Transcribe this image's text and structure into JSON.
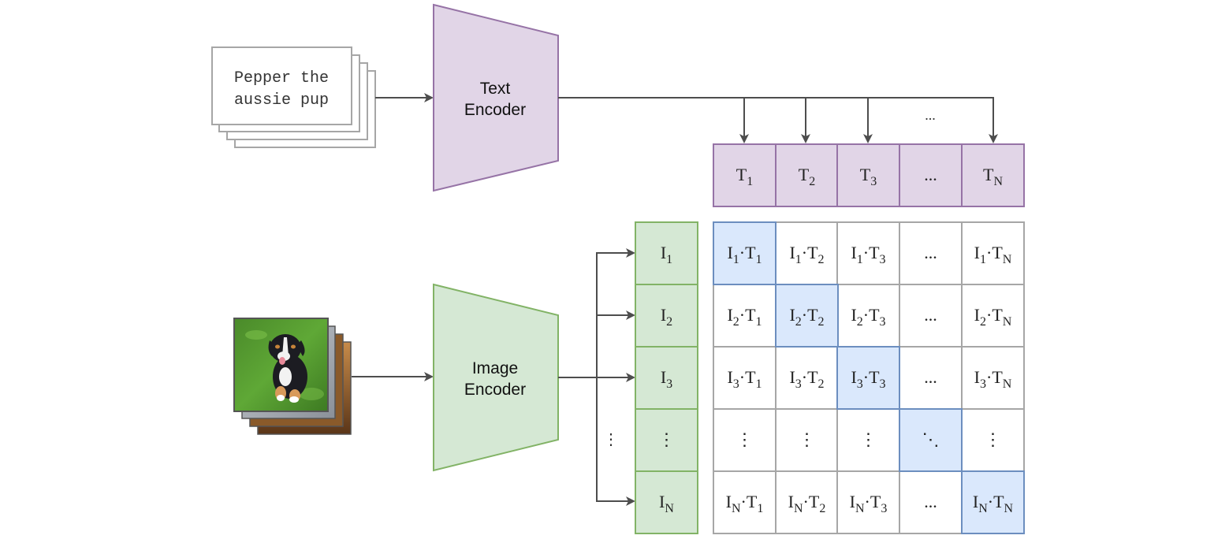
{
  "text_input": {
    "caption_line1": "Pepper the",
    "caption_line2": "aussie pup"
  },
  "text_encoder": {
    "label_line1": "Text",
    "label_line2": "Encoder"
  },
  "image_encoder": {
    "label_line1": "Image",
    "label_line2": "Encoder"
  },
  "text_embeddings": {
    "top_ellipsis": "...",
    "cells": [
      {
        "base": "T",
        "sub": "1"
      },
      {
        "base": "T",
        "sub": "2"
      },
      {
        "base": "T",
        "sub": "3"
      },
      {
        "base": "...",
        "sub": ""
      },
      {
        "base": "T",
        "sub": "N"
      }
    ]
  },
  "image_embeddings": {
    "side_ellipsis": "⋮",
    "cells": [
      {
        "base": "I",
        "sub": "1"
      },
      {
        "base": "I",
        "sub": "2"
      },
      {
        "base": "I",
        "sub": "3"
      },
      {
        "base": "⋮",
        "sub": ""
      },
      {
        "base": "I",
        "sub": "N"
      }
    ]
  },
  "similarity_matrix": {
    "rows": [
      [
        "I1·T1",
        "I1·T2",
        "I1·T3",
        "...",
        "I1·TN"
      ],
      [
        "I2·T1",
        "I2·T2",
        "I2·T3",
        "...",
        "I2·TN"
      ],
      [
        "I3·T1",
        "I3·T2",
        "I3·T3",
        "...",
        "I3·TN"
      ],
      [
        "⋮",
        "⋮",
        "⋮",
        "⋱",
        "⋮"
      ],
      [
        "IN·T1",
        "IN·T2",
        "IN·T3",
        "...",
        "IN·TN"
      ]
    ],
    "highlight_diagonal": true
  },
  "colors": {
    "text_purple_fill": "#e1d5e7",
    "text_purple_stroke": "#9673a6",
    "image_green_fill": "#d5e8d4",
    "image_green_stroke": "#82b366",
    "diag_blue_fill": "#dae8fc",
    "diag_blue_stroke": "#6c8ebf",
    "grid_stroke": "#a6a6a6",
    "arrow": "#4d4d4d"
  }
}
